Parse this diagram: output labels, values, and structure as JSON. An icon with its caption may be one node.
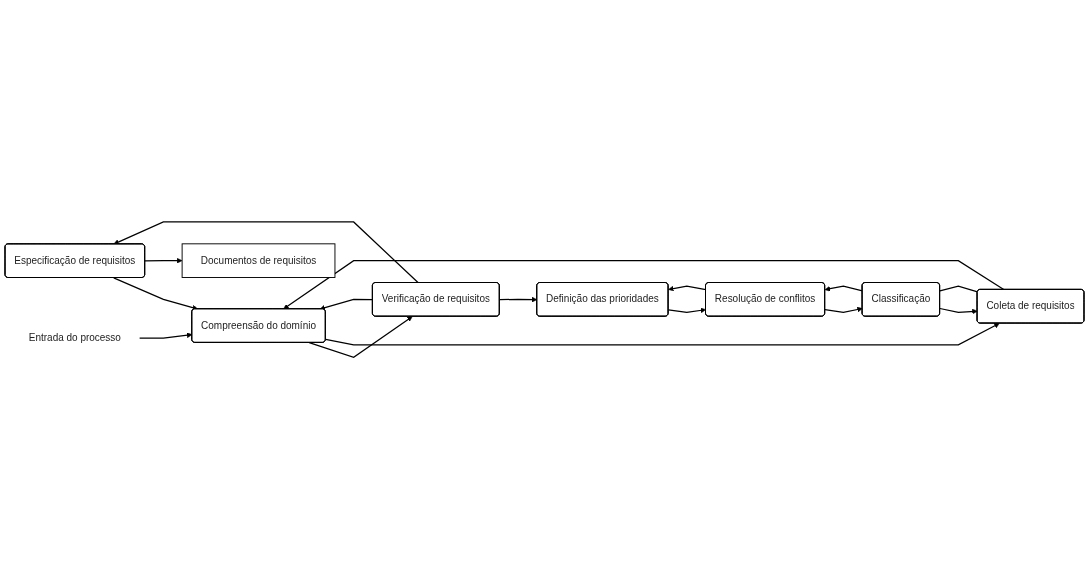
{
  "diagram": {
    "nodes": [
      {
        "text": [
          "Especificação de requisitos"
        ]
      },
      {
        "text": [
          "Verificação de requisitos"
        ]
      },
      {
        "text": [
          "Documentos de requisitos"
        ]
      },
      {
        "text": [
          "Compreensão do domínio"
        ]
      },
      {
        "text": [
          "Definição das prioridades"
        ]
      },
      {
        "text": [
          "Coleta de requisitos"
        ]
      },
      {
        "text": [
          "Resolução de conflitos"
        ]
      },
      {
        "text": [
          "Classificação"
        ]
      },
      {
        "text": [
          "Entrada do processo"
        ]
      }
    ],
    "edges": [
      {
        "from": 0,
        "to": 3,
        "arrow": "to"
      },
      {
        "from": 1,
        "to": 0,
        "arrow": "to"
      },
      {
        "from": 0,
        "to": 2,
        "arrow": "to"
      },
      {
        "from": 1,
        "to": 3,
        "arrow": "to"
      },
      {
        "from": 3,
        "to": 1,
        "arrow": "to"
      },
      {
        "from": 1,
        "to": 4,
        "arrow": "to"
      },
      {
        "from": 8,
        "to": 3,
        "arrow": "to"
      },
      {
        "from": 3,
        "to": 5,
        "arrow": "to"
      },
      {
        "from": 5,
        "to": 3,
        "arrow": "to"
      },
      {
        "from": 6,
        "to": 4,
        "arrow": "to"
      },
      {
        "from": 4,
        "to": 6,
        "arrow": "to"
      },
      {
        "from": 6,
        "to": 7,
        "arrow": "to"
      },
      {
        "from": 7,
        "to": 6,
        "arrow": "to"
      },
      {
        "from": 7,
        "to": 5,
        "arrow": "to"
      },
      {
        "from": 5,
        "to": 7,
        "arrow": "none"
      }
    ]
  }
}
